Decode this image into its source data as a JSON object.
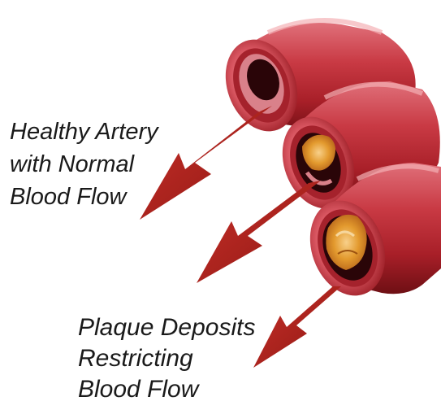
{
  "labels": {
    "healthy": [
      "Healthy Artery",
      "with Normal",
      "Blood Flow"
    ],
    "plaque": [
      "Plaque Deposits",
      "Restricting",
      "Blood Flow"
    ]
  },
  "colors": {
    "background": "#ffffff",
    "artery_outer": "#b8232a",
    "artery_highlight": "#f2a3a8",
    "artery_shadow": "#6e0f14",
    "lumen": "#2a0508",
    "plaque": "#e39a2e",
    "arrow": "#b0201c",
    "text": "#1a1a1a"
  }
}
